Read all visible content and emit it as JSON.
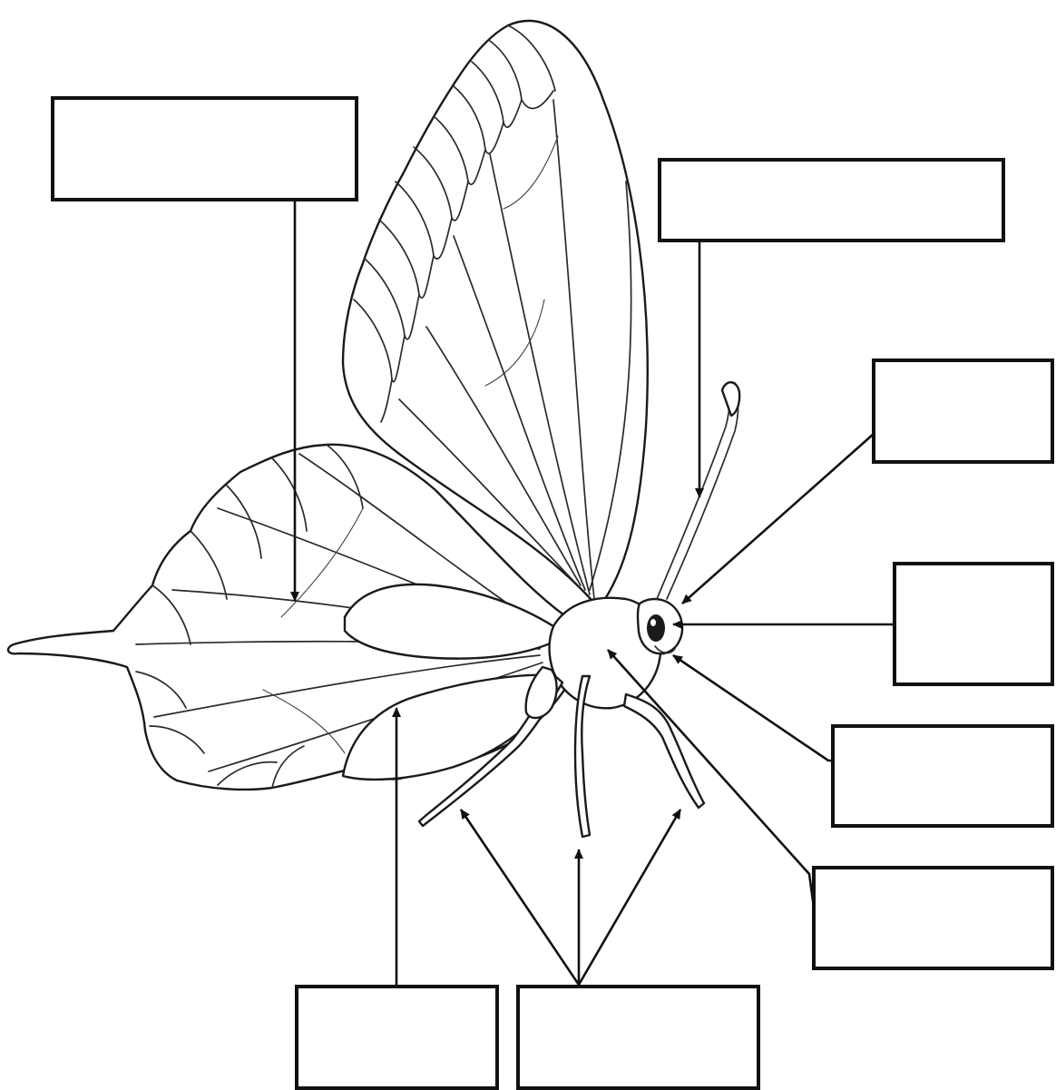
{
  "diagram": {
    "subject": "",
    "labels": [
      {
        "id": "forewing-box",
        "text": ""
      },
      {
        "id": "antenna-box",
        "text": ""
      },
      {
        "id": "head-box",
        "text": ""
      },
      {
        "id": "eye-box",
        "text": ""
      },
      {
        "id": "proboscis-box",
        "text": ""
      },
      {
        "id": "thorax-box",
        "text": ""
      },
      {
        "id": "hindwing-box",
        "text": ""
      },
      {
        "id": "legs-box",
        "text": ""
      }
    ]
  },
  "colors": {
    "line": "#111111",
    "background": "#ffffff"
  }
}
